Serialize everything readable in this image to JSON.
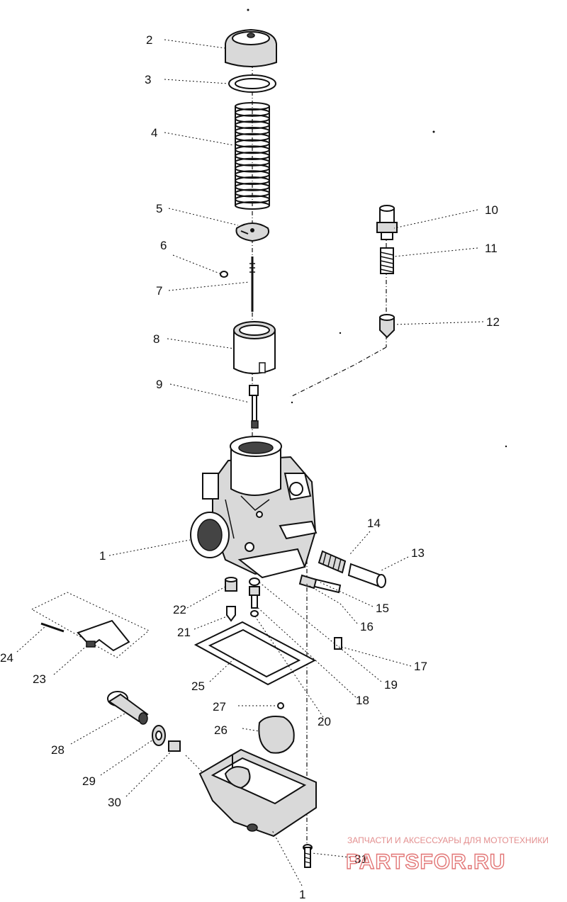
{
  "diagram": {
    "callouts": [
      {
        "id": "2",
        "label": "2"
      },
      {
        "id": "3",
        "label": "3"
      },
      {
        "id": "4",
        "label": "4"
      },
      {
        "id": "5",
        "label": "5"
      },
      {
        "id": "6",
        "label": "6"
      },
      {
        "id": "7",
        "label": "7"
      },
      {
        "id": "8",
        "label": "8"
      },
      {
        "id": "9",
        "label": "9"
      },
      {
        "id": "10",
        "label": "10"
      },
      {
        "id": "11",
        "label": "11"
      },
      {
        "id": "12",
        "label": "12"
      },
      {
        "id": "1a",
        "label": "1"
      },
      {
        "id": "14",
        "label": "14"
      },
      {
        "id": "13",
        "label": "13"
      },
      {
        "id": "15",
        "label": "15"
      },
      {
        "id": "16",
        "label": "16"
      },
      {
        "id": "17",
        "label": "17"
      },
      {
        "id": "22",
        "label": "22"
      },
      {
        "id": "21",
        "label": "21"
      },
      {
        "id": "19",
        "label": "19"
      },
      {
        "id": "18",
        "label": "18"
      },
      {
        "id": "20",
        "label": "20"
      },
      {
        "id": "24",
        "label": "24"
      },
      {
        "id": "23",
        "label": "23"
      },
      {
        "id": "25",
        "label": "25"
      },
      {
        "id": "27",
        "label": "27"
      },
      {
        "id": "26",
        "label": "26"
      },
      {
        "id": "28",
        "label": "28"
      },
      {
        "id": "29",
        "label": "29"
      },
      {
        "id": "30",
        "label": "30"
      },
      {
        "id": "31",
        "label": "31"
      },
      {
        "id": "1b",
        "label": "1"
      }
    ]
  },
  "watermark": {
    "tagline": "ЗАПЧАСТИ И АКСЕССУАРЫ ДЛЯ МОТОТЕХНИКИ",
    "brand": "PARTSFOR.RU",
    "color": "#e27575"
  }
}
